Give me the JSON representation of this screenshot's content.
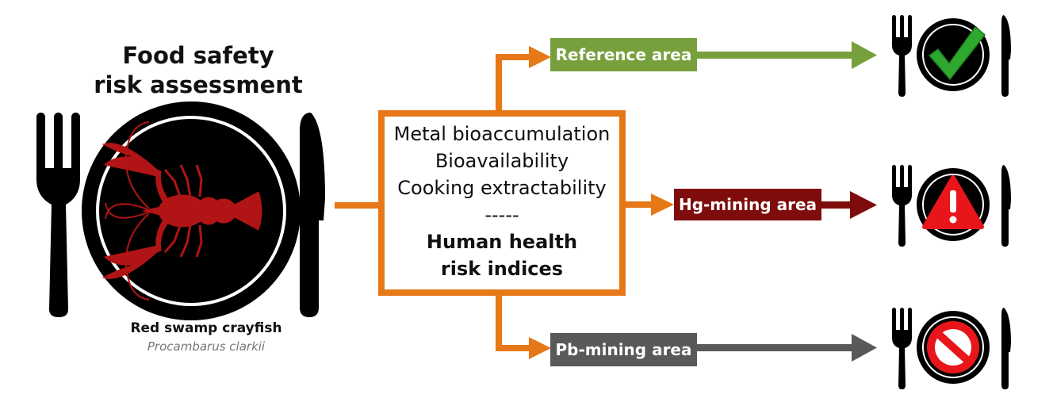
{
  "title": {
    "line1": "Food safety",
    "line2": "risk assessment"
  },
  "species": {
    "common_name": "Red swamp crayfish",
    "scientific_name": "Procambarus clarkii"
  },
  "assessment": {
    "lines": [
      "Metal bioaccumulation",
      "Bioavailability",
      "Cooking extractability",
      "-----"
    ],
    "bold_lines": [
      "Human health",
      "risk indices"
    ]
  },
  "areas": [
    {
      "label": "Reference area",
      "color": "#77a03d",
      "outcome_icon": "checkmark-icon"
    },
    {
      "label": "Hg-mining area",
      "color": "#7f0c0c",
      "outcome_icon": "warning-icon"
    },
    {
      "label": "Pb-mining area",
      "color": "#595959",
      "outcome_icon": "prohibited-icon"
    }
  ],
  "colors": {
    "flow_orange": "#e67817",
    "plate_black": "#000000",
    "crayfish_red": "#b01414",
    "check_green": "#2ea82e",
    "warning_red": "#e8161b",
    "prohibit_red": "#e8161b"
  }
}
